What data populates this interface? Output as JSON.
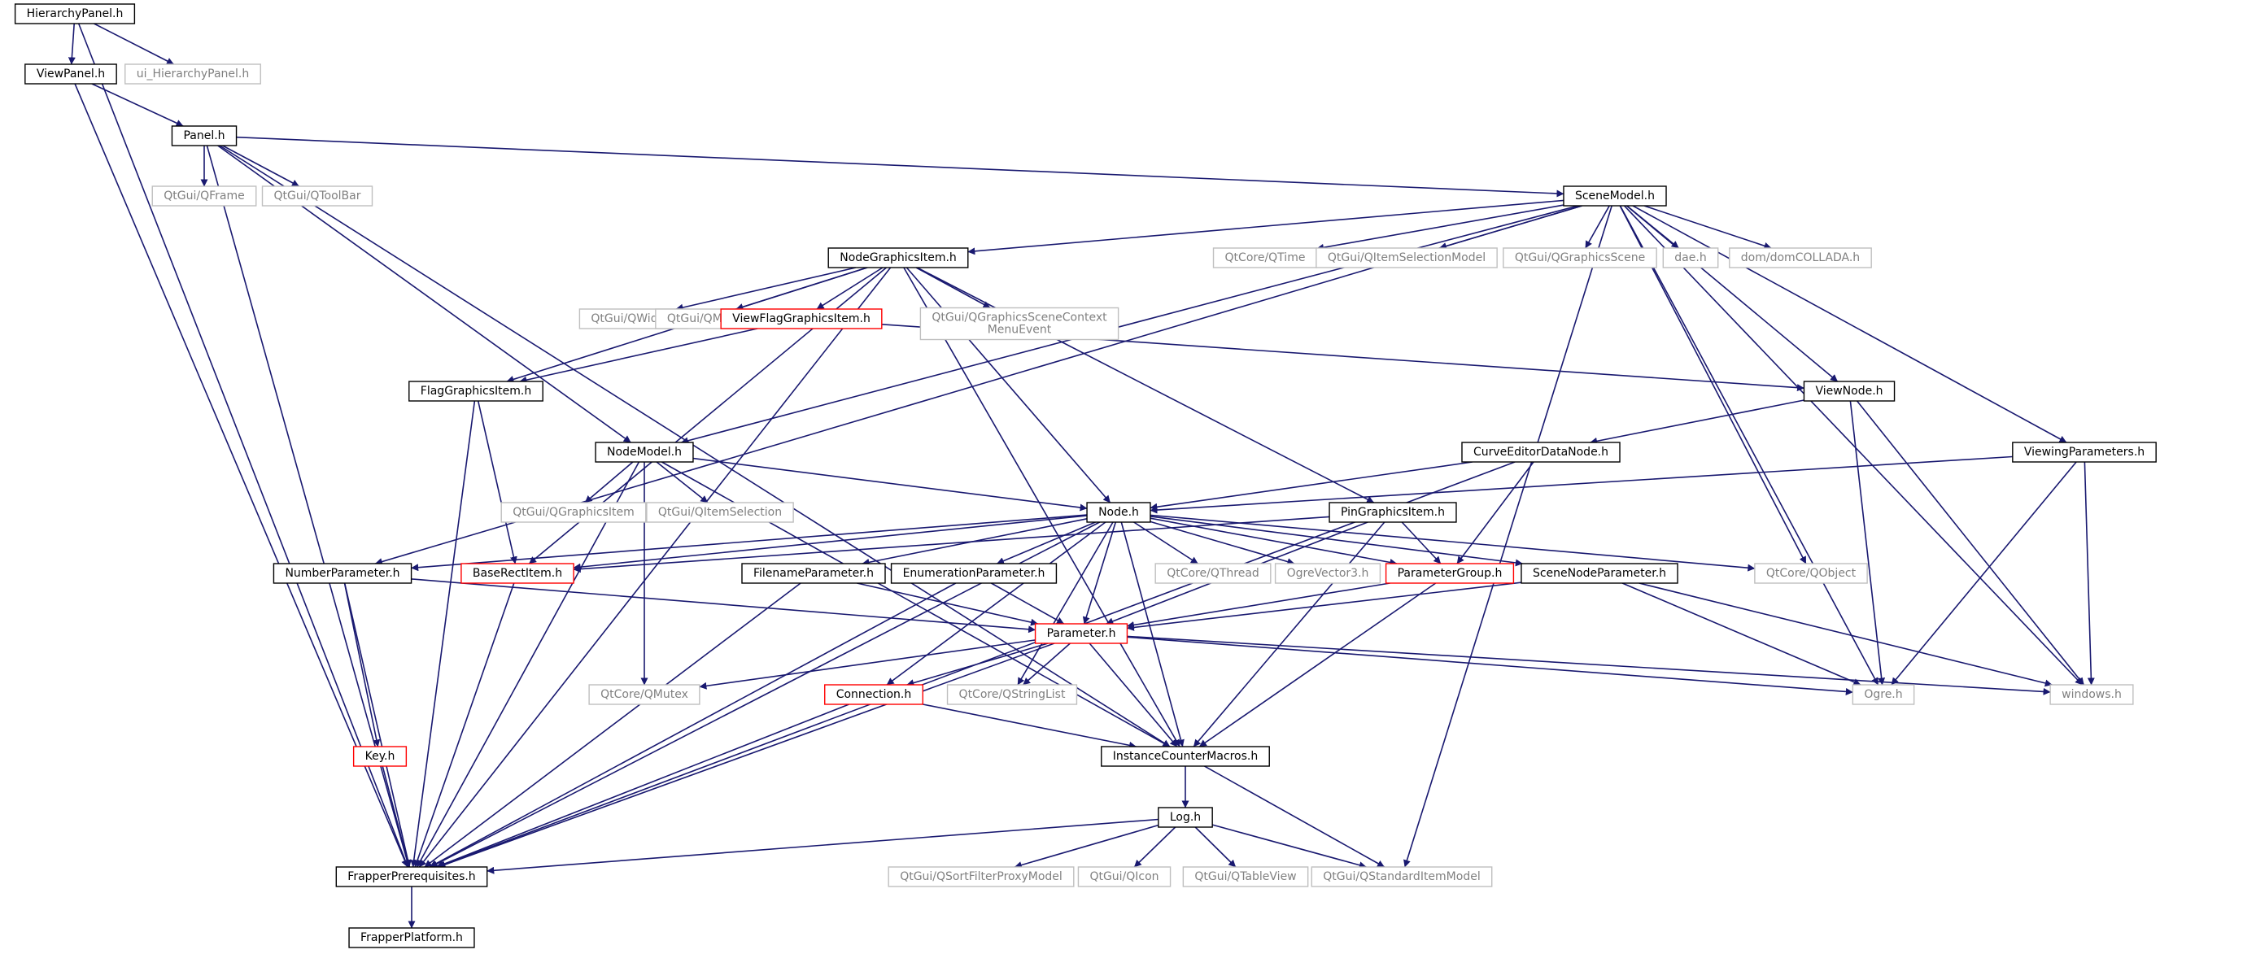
{
  "colors": {
    "edge": "#191970",
    "border_normal": "#000000",
    "border_red": "#ff0000",
    "border_external": "#bfbfbf",
    "root_fill": "#bfbfbf",
    "text_normal": "#000000",
    "text_external": "#808080"
  },
  "nodes": [
    {
      "id": "hierarchy_panel",
      "lines": [
        "HierarchyPanel.h"
      ],
      "style": "root"
    },
    {
      "id": "view_panel",
      "lines": [
        "ViewPanel.h"
      ],
      "style": "normal"
    },
    {
      "id": "ui_hierarchy",
      "lines": [
        "ui_HierarchyPanel.h"
      ],
      "style": "external"
    },
    {
      "id": "panel",
      "lines": [
        "Panel.h"
      ],
      "style": "normal"
    },
    {
      "id": "qframe",
      "lines": [
        "QtGui/QFrame"
      ],
      "style": "external"
    },
    {
      "id": "qtoolbar",
      "lines": [
        "QtGui/QToolBar"
      ],
      "style": "external"
    },
    {
      "id": "scene_model",
      "lines": [
        "SceneModel.h"
      ],
      "style": "normal"
    },
    {
      "id": "node_graphics_item",
      "lines": [
        "NodeGraphicsItem.h"
      ],
      "style": "normal"
    },
    {
      "id": "qtime",
      "lines": [
        "QtCore/QTime"
      ],
      "style": "external"
    },
    {
      "id": "qitemselectionmodel",
      "lines": [
        "QtGui/QItemSelectionModel"
      ],
      "style": "external"
    },
    {
      "id": "qgraphicsscene",
      "lines": [
        "QtGui/QGraphicsScene"
      ],
      "style": "external"
    },
    {
      "id": "dae",
      "lines": [
        "dae.h"
      ],
      "style": "external"
    },
    {
      "id": "domcollada",
      "lines": [
        "dom/domCOLLADA.h"
      ],
      "style": "external"
    },
    {
      "id": "qwidget",
      "lines": [
        "QtGui/QWidget"
      ],
      "style": "external"
    },
    {
      "id": "qmenu",
      "lines": [
        "QtGui/QMenu"
      ],
      "style": "external"
    },
    {
      "id": "view_flag_graphics_item",
      "lines": [
        "ViewFlagGraphicsItem.h"
      ],
      "style": "red"
    },
    {
      "id": "qgraphicsscenecontext",
      "lines": [
        "QtGui/QGraphicsSceneContext",
        "MenuEvent"
      ],
      "style": "external"
    },
    {
      "id": "flag_graphics_item",
      "lines": [
        "FlagGraphicsItem.h"
      ],
      "style": "normal"
    },
    {
      "id": "view_node",
      "lines": [
        "ViewNode.h"
      ],
      "style": "normal"
    },
    {
      "id": "node_model",
      "lines": [
        "NodeModel.h"
      ],
      "style": "normal"
    },
    {
      "id": "curve_editor_data_node",
      "lines": [
        "CurveEditorDataNode.h"
      ],
      "style": "normal"
    },
    {
      "id": "viewing_parameters",
      "lines": [
        "ViewingParameters.h"
      ],
      "style": "normal"
    },
    {
      "id": "qgraphicsitem",
      "lines": [
        "QtGui/QGraphicsItem"
      ],
      "style": "external"
    },
    {
      "id": "qitemselection",
      "lines": [
        "QtGui/QItemSelection"
      ],
      "style": "external"
    },
    {
      "id": "node",
      "lines": [
        "Node.h"
      ],
      "style": "normal"
    },
    {
      "id": "pin_graphics_item",
      "lines": [
        "PinGraphicsItem.h"
      ],
      "style": "normal"
    },
    {
      "id": "number_parameter",
      "lines": [
        "NumberParameter.h"
      ],
      "style": "normal"
    },
    {
      "id": "base_rect_item",
      "lines": [
        "BaseRectItem.h"
      ],
      "style": "red"
    },
    {
      "id": "filename_parameter",
      "lines": [
        "FilenameParameter.h"
      ],
      "style": "normal"
    },
    {
      "id": "enumeration_parameter",
      "lines": [
        "EnumerationParameter.h"
      ],
      "style": "normal"
    },
    {
      "id": "qthread",
      "lines": [
        "QtCore/QThread"
      ],
      "style": "external"
    },
    {
      "id": "ogrevector3",
      "lines": [
        "OgreVector3.h"
      ],
      "style": "external"
    },
    {
      "id": "parameter_group",
      "lines": [
        "ParameterGroup.h"
      ],
      "style": "red"
    },
    {
      "id": "scene_node_parameter",
      "lines": [
        "SceneNodeParameter.h"
      ],
      "style": "normal"
    },
    {
      "id": "qobject",
      "lines": [
        "QtCore/QObject"
      ],
      "style": "external"
    },
    {
      "id": "parameter",
      "lines": [
        "Parameter.h"
      ],
      "style": "red"
    },
    {
      "id": "qmutex",
      "lines": [
        "QtCore/QMutex"
      ],
      "style": "external"
    },
    {
      "id": "connection",
      "lines": [
        "Connection.h"
      ],
      "style": "red"
    },
    {
      "id": "qstringlist",
      "lines": [
        "QtCore/QStringList"
      ],
      "style": "external"
    },
    {
      "id": "ogre",
      "lines": [
        "Ogre.h"
      ],
      "style": "external"
    },
    {
      "id": "windows",
      "lines": [
        "windows.h"
      ],
      "style": "external"
    },
    {
      "id": "key",
      "lines": [
        "Key.h"
      ],
      "style": "red"
    },
    {
      "id": "instance_counter_macros",
      "lines": [
        "InstanceCounterMacros.h"
      ],
      "style": "normal"
    },
    {
      "id": "log",
      "lines": [
        "Log.h"
      ],
      "style": "normal"
    },
    {
      "id": "frapper_prerequisites",
      "lines": [
        "FrapperPrerequisites.h"
      ],
      "style": "normal"
    },
    {
      "id": "qsortfilterproxymodel",
      "lines": [
        "QtGui/QSortFilterProxyModel"
      ],
      "style": "external"
    },
    {
      "id": "qicon",
      "lines": [
        "QtGui/QIcon"
      ],
      "style": "external"
    },
    {
      "id": "qtableview",
      "lines": [
        "QtGui/QTableView"
      ],
      "style": "external"
    },
    {
      "id": "qstandarditemmodel",
      "lines": [
        "QtGui/QStandardItemModel"
      ],
      "style": "external"
    },
    {
      "id": "frapper_platform",
      "lines": [
        "FrapperPlatform.h"
      ],
      "style": "normal"
    }
  ],
  "edges": [
    [
      "hierarchy_panel",
      "view_panel"
    ],
    [
      "hierarchy_panel",
      "ui_hierarchy"
    ],
    [
      "hierarchy_panel",
      "frapper_prerequisites"
    ],
    [
      "view_panel",
      "panel"
    ],
    [
      "view_panel",
      "frapper_prerequisites"
    ],
    [
      "panel",
      "qframe"
    ],
    [
      "panel",
      "qtoolbar"
    ],
    [
      "panel",
      "scene_model"
    ],
    [
      "panel",
      "node_model"
    ],
    [
      "panel",
      "instance_counter_macros"
    ],
    [
      "panel",
      "frapper_prerequisites"
    ],
    [
      "scene_model",
      "node_graphics_item"
    ],
    [
      "scene_model",
      "qtime"
    ],
    [
      "scene_model",
      "qitemselectionmodel"
    ],
    [
      "scene_model",
      "qgraphicsscene"
    ],
    [
      "scene_model",
      "dae"
    ],
    [
      "scene_model",
      "domcollada"
    ],
    [
      "scene_model",
      "view_node"
    ],
    [
      "scene_model",
      "viewing_parameters"
    ],
    [
      "scene_model",
      "node_model"
    ],
    [
      "scene_model",
      "number_parameter"
    ],
    [
      "scene_model",
      "qobject"
    ],
    [
      "scene_model",
      "ogre"
    ],
    [
      "scene_model",
      "windows"
    ],
    [
      "scene_model",
      "qstandarditemmodel"
    ],
    [
      "node_graphics_item",
      "qwidget"
    ],
    [
      "node_graphics_item",
      "qmenu"
    ],
    [
      "node_graphics_item",
      "view_flag_graphics_item"
    ],
    [
      "node_graphics_item",
      "qgraphicsscenecontext"
    ],
    [
      "node_graphics_item",
      "flag_graphics_item"
    ],
    [
      "node_graphics_item",
      "node"
    ],
    [
      "node_graphics_item",
      "pin_graphics_item"
    ],
    [
      "node_graphics_item",
      "base_rect_item"
    ],
    [
      "node_graphics_item",
      "frapper_prerequisites"
    ],
    [
      "node_graphics_item",
      "instance_counter_macros"
    ],
    [
      "view_flag_graphics_item",
      "flag_graphics_item"
    ],
    [
      "view_flag_graphics_item",
      "view_node"
    ],
    [
      "flag_graphics_item",
      "base_rect_item"
    ],
    [
      "flag_graphics_item",
      "frapper_prerequisites"
    ],
    [
      "view_node",
      "curve_editor_data_node"
    ],
    [
      "view_node",
      "ogre"
    ],
    [
      "view_node",
      "windows"
    ],
    [
      "curve_editor_data_node",
      "node"
    ],
    [
      "curve_editor_data_node",
      "parameter_group"
    ],
    [
      "curve_editor_data_node",
      "frapper_prerequisites"
    ],
    [
      "viewing_parameters",
      "node"
    ],
    [
      "viewing_parameters",
      "ogre"
    ],
    [
      "viewing_parameters",
      "windows"
    ],
    [
      "node_model",
      "qgraphicsitem"
    ],
    [
      "node_model",
      "qitemselection"
    ],
    [
      "node_model",
      "node"
    ],
    [
      "node_model",
      "qmutex"
    ],
    [
      "node_model",
      "qstandarditemmodel"
    ],
    [
      "node_model",
      "frapper_prerequisites"
    ],
    [
      "node",
      "number_parameter"
    ],
    [
      "node",
      "base_rect_item"
    ],
    [
      "node",
      "filename_parameter"
    ],
    [
      "node",
      "enumeration_parameter"
    ],
    [
      "node",
      "qthread"
    ],
    [
      "node",
      "ogrevector3"
    ],
    [
      "node",
      "parameter_group"
    ],
    [
      "node",
      "scene_node_parameter"
    ],
    [
      "node",
      "qobject"
    ],
    [
      "node",
      "parameter"
    ],
    [
      "node",
      "connection"
    ],
    [
      "node",
      "qstringlist"
    ],
    [
      "node",
      "instance_counter_macros"
    ],
    [
      "node",
      "frapper_prerequisites"
    ],
    [
      "pin_graphics_item",
      "parameter_group"
    ],
    [
      "pin_graphics_item",
      "parameter"
    ],
    [
      "pin_graphics_item",
      "instance_counter_macros"
    ],
    [
      "pin_graphics_item",
      "base_rect_item"
    ],
    [
      "number_parameter",
      "parameter"
    ],
    [
      "number_parameter",
      "key"
    ],
    [
      "number_parameter",
      "frapper_prerequisites"
    ],
    [
      "base_rect_item",
      "frapper_prerequisites"
    ],
    [
      "filename_parameter",
      "parameter"
    ],
    [
      "filename_parameter",
      "frapper_prerequisites"
    ],
    [
      "enumeration_parameter",
      "parameter"
    ],
    [
      "enumeration_parameter",
      "frapper_prerequisites"
    ],
    [
      "parameter_group",
      "parameter"
    ],
    [
      "parameter_group",
      "instance_counter_macros"
    ],
    [
      "scene_node_parameter",
      "parameter"
    ],
    [
      "scene_node_parameter",
      "ogre"
    ],
    [
      "scene_node_parameter",
      "windows"
    ],
    [
      "parameter",
      "qmutex"
    ],
    [
      "parameter",
      "connection"
    ],
    [
      "parameter",
      "qstringlist"
    ],
    [
      "parameter",
      "ogre"
    ],
    [
      "parameter",
      "windows"
    ],
    [
      "parameter",
      "instance_counter_macros"
    ],
    [
      "parameter",
      "frapper_prerequisites"
    ],
    [
      "connection",
      "instance_counter_macros"
    ],
    [
      "connection",
      "frapper_prerequisites"
    ],
    [
      "key",
      "frapper_prerequisites"
    ],
    [
      "instance_counter_macros",
      "log"
    ],
    [
      "log",
      "frapper_prerequisites"
    ],
    [
      "log",
      "qsortfilterproxymodel"
    ],
    [
      "log",
      "qicon"
    ],
    [
      "log",
      "qtableview"
    ],
    [
      "log",
      "qstandarditemmodel"
    ],
    [
      "frapper_prerequisites",
      "frapper_platform"
    ]
  ]
}
